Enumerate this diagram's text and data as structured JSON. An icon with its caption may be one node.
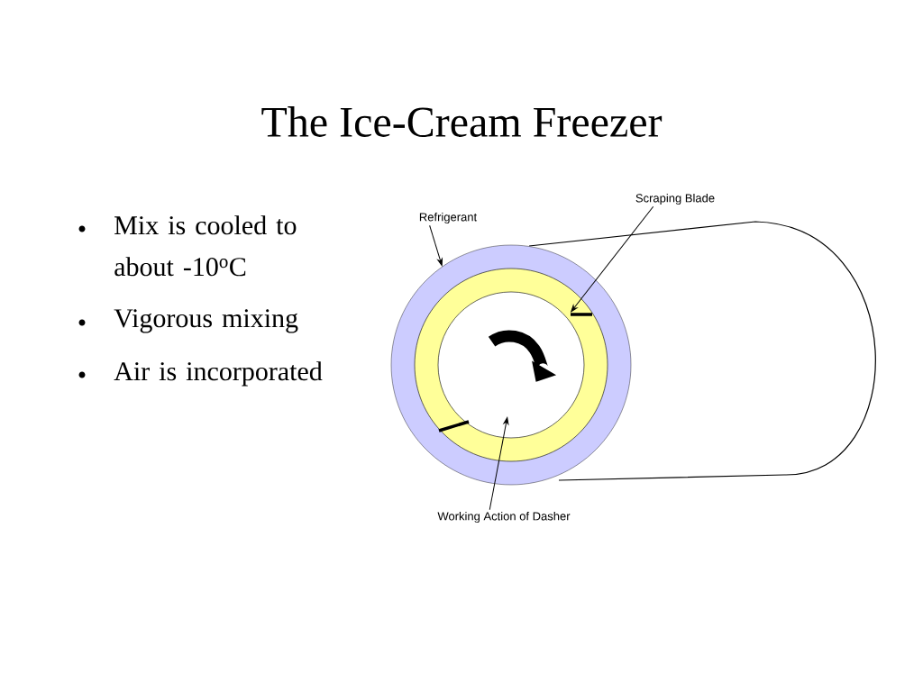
{
  "diagram": {
    "title": "The Ice-Cream Freezer",
    "nodes": [
      {
        "text": [
          "Refrigerant"
        ]
      },
      {
        "text": [],
        "shape": "circle"
      },
      {
        "text": [
          "Scraping Blade"
        ]
      },
      {
        "text": [],
        "shape": "bar",
        "in": 1
      },
      {
        "text": [
          "Working Action of Dasher"
        ]
      }
    ],
    "edges": [
      {
        "from": 0,
        "to": 1,
        "arrow": "to"
      },
      {
        "from": 2,
        "to": 3,
        "arrow": "to"
      },
      {
        "from": 4,
        "to": 1,
        "arrow": "to"
      }
    ],
    "labels": [
      "Mix is cooled to about -10$^{o}$C",
      "Vigorous mixing",
      "Air is incorporated"
    ]
  }
}
